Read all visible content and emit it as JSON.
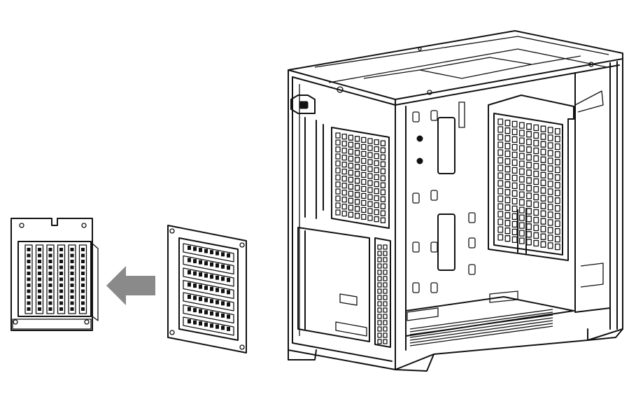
{
  "figure": {
    "subject": "pc-case-expansion-slot-bracket-removal",
    "icons": {
      "arrow": "arrow-left-icon",
      "bracket_vertical": "vertical-pcie-bracket-icon",
      "bracket_horizontal": "horizontal-pcie-bracket-icon",
      "case": "pc-case-icon"
    },
    "colors": {
      "line": "#111111",
      "arrow": "#8a8a8a",
      "background": "#ffffff"
    },
    "counts": {
      "vertical_slots": 6,
      "horizontal_slots": 7
    }
  }
}
